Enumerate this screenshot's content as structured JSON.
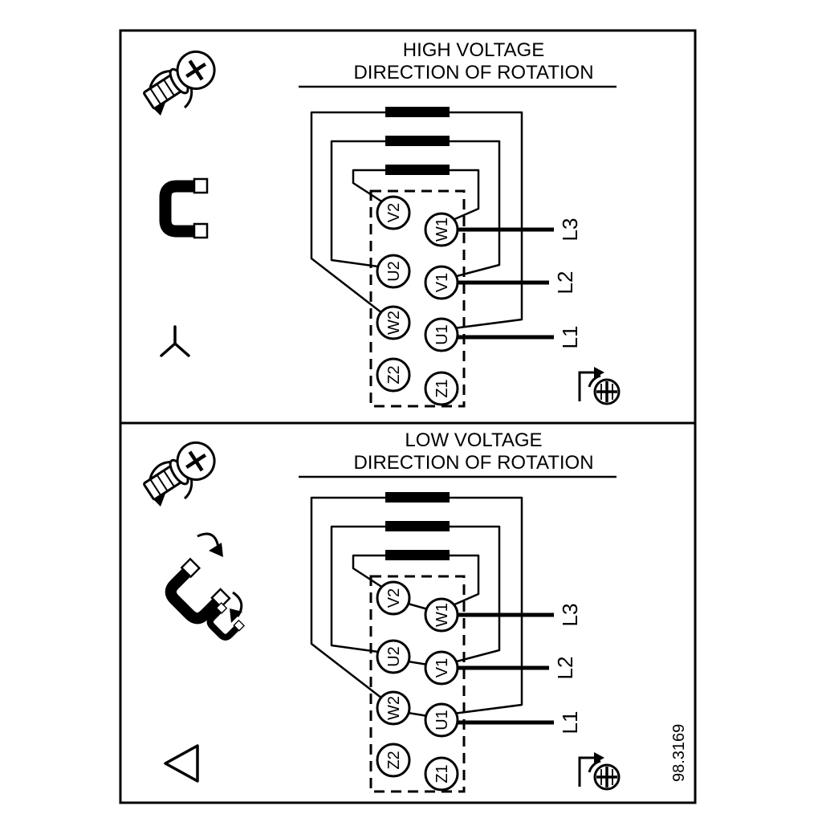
{
  "figure_number": "98.3169",
  "colors": {
    "ink": "#000000",
    "paper": "#ffffff"
  },
  "icons": {
    "screw_rotation": "screw-with-turning-arrow",
    "jumper_link": "u-shaped-jumper-bracket",
    "jumper_reposition": "angled-jumper-brackets-with-arrows",
    "star_symbol": "Y",
    "delta_symbol": "triangle",
    "rotation_direction": "screw-end-with-direction-arrow"
  },
  "panels": {
    "high": {
      "title_line1": "HIGH VOLTAGE",
      "title_line2": "DIRECTION OF ROTATION",
      "connection": "star",
      "terminals_left": [
        "V2",
        "U2",
        "W2",
        "Z2"
      ],
      "terminals_right": [
        "W1",
        "V1",
        "U1",
        "Z1"
      ],
      "supply_lines": [
        "L3",
        "L2",
        "L1"
      ]
    },
    "low": {
      "title_line1": "LOW VOLTAGE",
      "title_line2": "DIRECTION OF ROTATION",
      "connection": "delta",
      "terminals_left": [
        "V2",
        "U2",
        "W2",
        "Z2"
      ],
      "terminals_right": [
        "W1",
        "V1",
        "U1",
        "Z1"
      ],
      "supply_lines": [
        "L3",
        "L2",
        "L1"
      ]
    }
  }
}
